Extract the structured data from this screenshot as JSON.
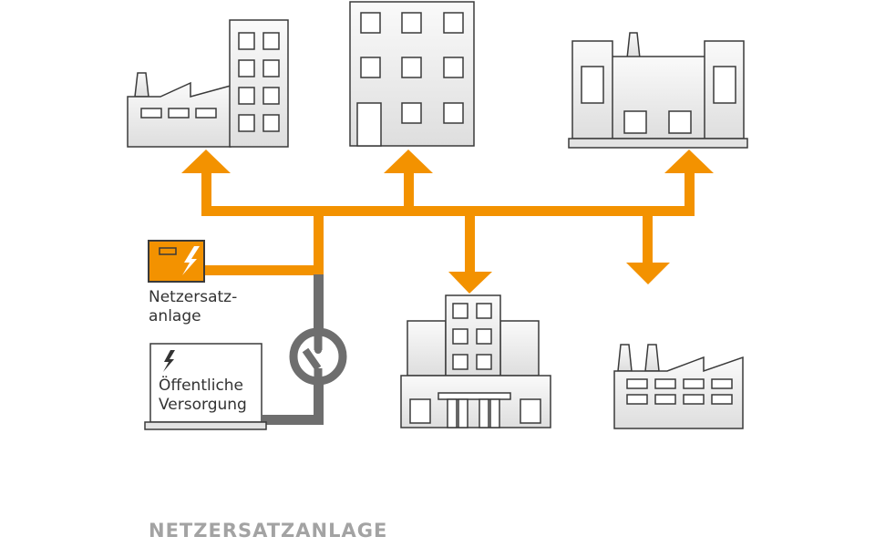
{
  "labels": {
    "generator_line1": "Netzersatz-",
    "generator_line2": "anlage",
    "public_line1": "Öffentliche",
    "public_line2": "Versorgung"
  },
  "title": "NETZERSATZANLAGE",
  "colors": {
    "accent": "#f39200",
    "grid": "#6e6e6e",
    "building_fill": "#e8e8e8",
    "building_stroke": "#3a3a3a"
  },
  "icons": [
    "factory-with-tower",
    "office-building",
    "industrial-hall",
    "office-complex",
    "factory",
    "bolt-icon",
    "switch-icon"
  ]
}
